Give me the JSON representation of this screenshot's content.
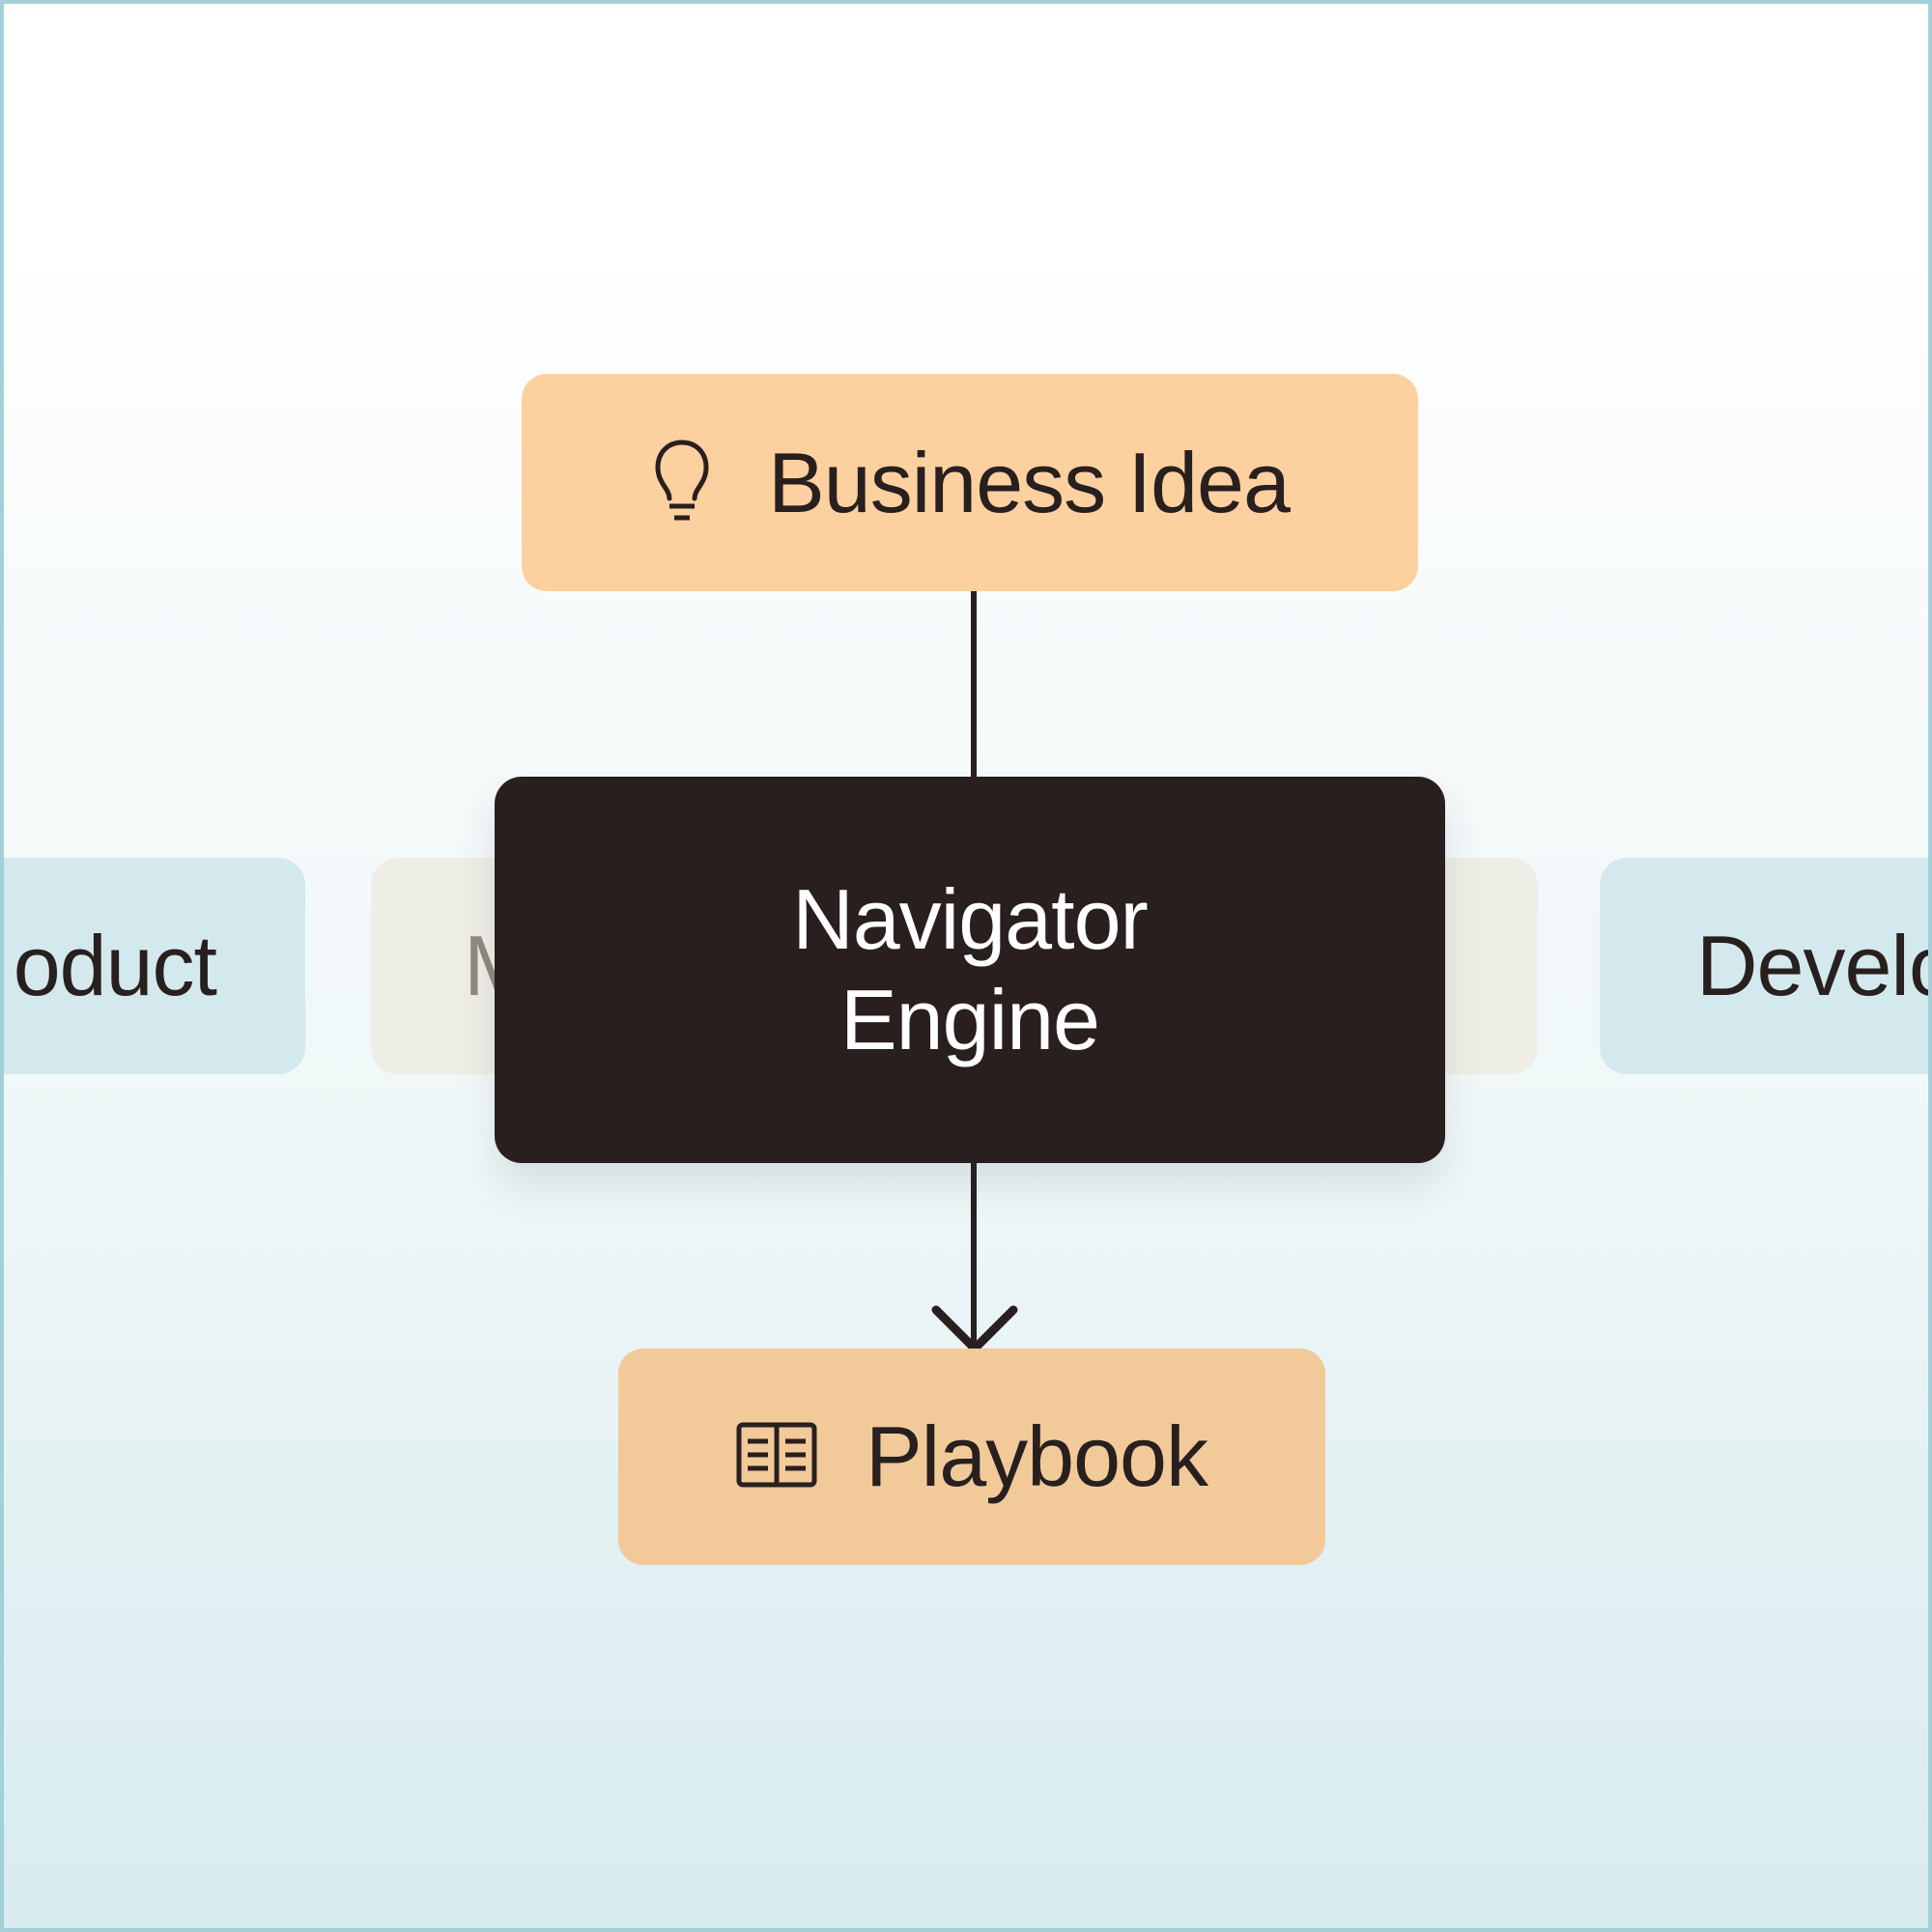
{
  "diagram": {
    "top_node": {
      "label": "Business Idea",
      "icon": "lightbulb-icon"
    },
    "center_node": {
      "lines": [
        "Navigator",
        "Engine"
      ]
    },
    "bottom_node": {
      "label": "Playbook",
      "icon": "open-book-icon"
    },
    "side_nodes": [
      {
        "label": "oduct",
        "note": "partially visible, cut off at left edge"
      },
      {
        "label": "M",
        "note": "partially hidden behind center node"
      },
      {
        "label": "",
        "note": "partially hidden behind center node"
      },
      {
        "label": "Develo",
        "note": "partially visible, cut off at right edge"
      }
    ],
    "edges": [
      {
        "from": "Business Idea",
        "to": "Navigator Engine",
        "arrow": false
      },
      {
        "from": "Navigator Engine",
        "to": "Playbook",
        "arrow": true
      }
    ]
  },
  "colors": {
    "frame_border": "#a3d0d8",
    "top_node_fill": "#fdd09f",
    "bottom_node_fill": "#f2ca99",
    "center_node_fill": "#291f1f",
    "side_blue_fill": "#d4e9ed",
    "side_beige_fill": "#efeee6",
    "text_dark": "#281f1f",
    "text_muted": "#918880"
  }
}
